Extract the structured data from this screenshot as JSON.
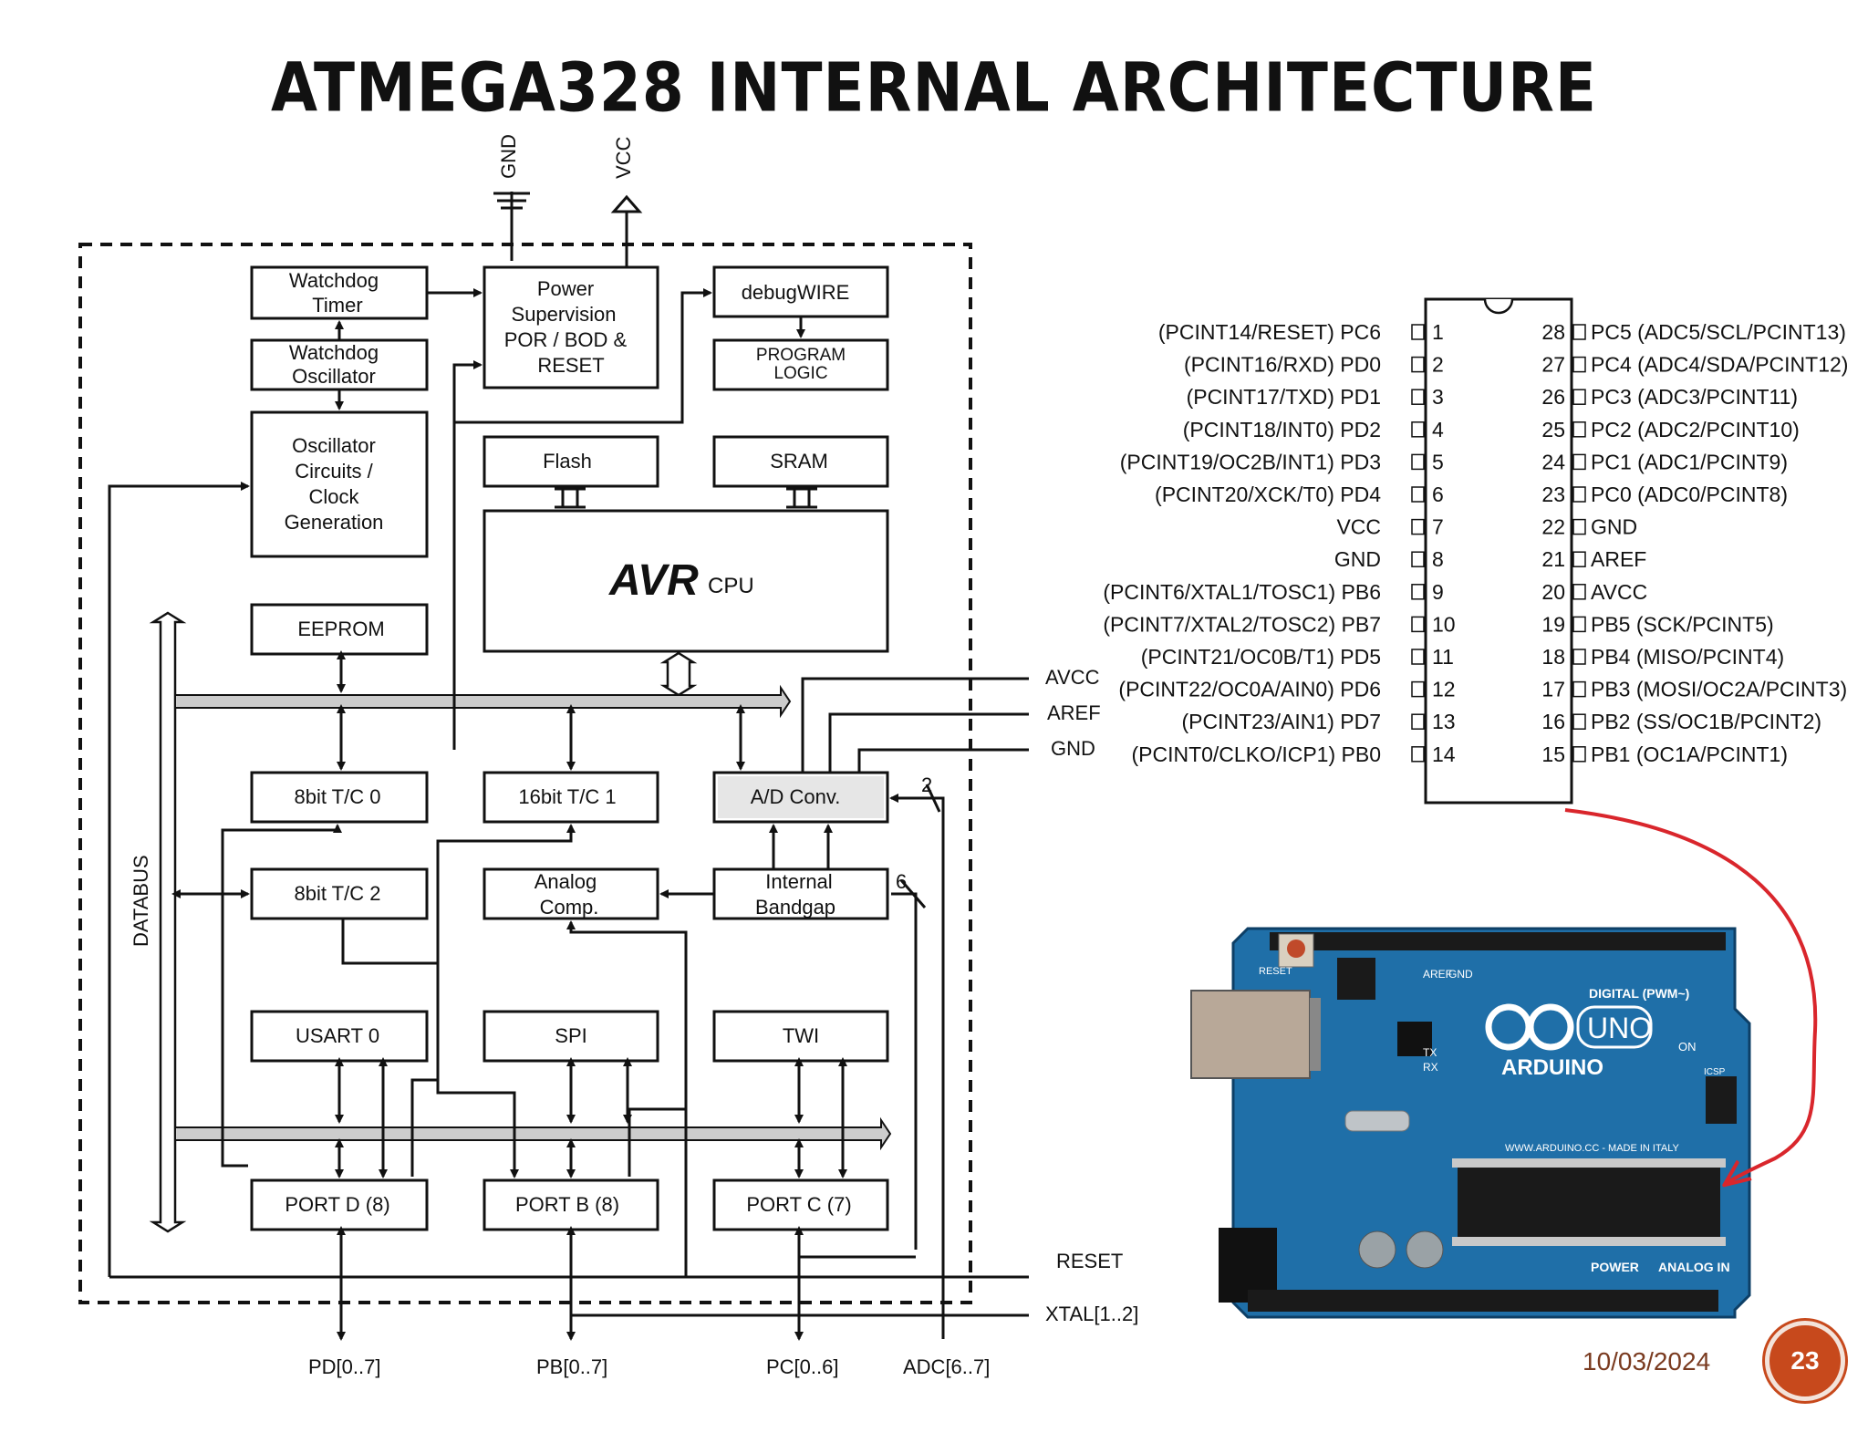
{
  "slide": {
    "title": "ATMEGA328 INTERNAL ARCHITECTURE",
    "date": "10/03/2024",
    "page_number": "23"
  },
  "block_diagram": {
    "power_pins": [
      "GND",
      "VCC"
    ],
    "blocks": {
      "watchdog_timer": [
        "Watchdog",
        "Timer"
      ],
      "watchdog_osc": [
        "Watchdog",
        "Oscillator"
      ],
      "oscillator": [
        "Oscillator",
        "Circuits /",
        "Clock",
        "Generation"
      ],
      "power_supervision": [
        "Power",
        "Supervision",
        "POR / BOD &",
        "RESET"
      ],
      "debugwire": "debugWIRE",
      "program_logic": [
        "PROGRAM",
        "LOGIC"
      ],
      "flash": "Flash",
      "sram": "SRAM",
      "cpu_logo": "AVR",
      "cpu_label": "CPU",
      "eeprom": "EEPROM",
      "tc0": "8bit T/C 0",
      "tc1": "16bit T/C 1",
      "adc": "A/D Conv.",
      "tc2": "8bit T/C 2",
      "analog_comp": [
        "Analog",
        "Comp."
      ],
      "bandgap": [
        "Internal",
        "Bandgap"
      ],
      "usart": "USART 0",
      "spi": "SPI",
      "twi": "TWI",
      "portd": "PORT D (8)",
      "portb": "PORT B (8)",
      "portc": "PORT C (7)"
    },
    "databus_label": "DATABUS",
    "right_signals": [
      "AVCC",
      "AREF",
      "GND"
    ],
    "bus_widths": {
      "adc_in": "2",
      "bandgap_in": "6"
    },
    "bottom_signals": [
      "RESET",
      "XTAL[1..2]"
    ],
    "port_pins": [
      "PD[0..7]",
      "PB[0..7]",
      "PC[0..6]",
      "ADC[6..7]"
    ]
  },
  "pinout": {
    "left": [
      {
        "n": "1",
        "label": "(PCINT14/RESET) PC6"
      },
      {
        "n": "2",
        "label": "(PCINT16/RXD) PD0"
      },
      {
        "n": "3",
        "label": "(PCINT17/TXD) PD1"
      },
      {
        "n": "4",
        "label": "(PCINT18/INT0) PD2"
      },
      {
        "n": "5",
        "label": "(PCINT19/OC2B/INT1) PD3"
      },
      {
        "n": "6",
        "label": "(PCINT20/XCK/T0) PD4"
      },
      {
        "n": "7",
        "label": "VCC"
      },
      {
        "n": "8",
        "label": "GND"
      },
      {
        "n": "9",
        "label": "(PCINT6/XTAL1/TOSC1) PB6"
      },
      {
        "n": "10",
        "label": "(PCINT7/XTAL2/TOSC2) PB7"
      },
      {
        "n": "11",
        "label": "(PCINT21/OC0B/T1) PD5"
      },
      {
        "n": "12",
        "label": "(PCINT22/OC0A/AIN0) PD6"
      },
      {
        "n": "13",
        "label": "(PCINT23/AIN1) PD7"
      },
      {
        "n": "14",
        "label": "(PCINT0/CLKO/ICP1) PB0"
      }
    ],
    "right": [
      {
        "n": "28",
        "label": "PC5 (ADC5/SCL/PCINT13)"
      },
      {
        "n": "27",
        "label": "PC4 (ADC4/SDA/PCINT12)"
      },
      {
        "n": "26",
        "label": "PC3 (ADC3/PCINT11)"
      },
      {
        "n": "25",
        "label": "PC2 (ADC2/PCINT10)"
      },
      {
        "n": "24",
        "label": "PC1 (ADC1/PCINT9)"
      },
      {
        "n": "23",
        "label": "PC0 (ADC0/PCINT8)"
      },
      {
        "n": "22",
        "label": "GND"
      },
      {
        "n": "21",
        "label": "AREF"
      },
      {
        "n": "20",
        "label": "AVCC"
      },
      {
        "n": "19",
        "label": "PB5 (SCK/PCINT5)"
      },
      {
        "n": "18",
        "label": "PB4 (MISO/PCINT4)"
      },
      {
        "n": "17",
        "label": "PB3 (MOSI/OC2A/PCINT3)"
      },
      {
        "n": "16",
        "label": "PB2 (SS/OC1B/PCINT2)"
      },
      {
        "n": "15",
        "label": "PB1 (OC1A/PCINT1)"
      }
    ]
  },
  "board": {
    "brand": "ARDUINO",
    "model": "UNO",
    "labels": [
      "DIGITAL (PWM~)",
      "POWER",
      "ANALOG IN",
      "RESET",
      "AREF",
      "GND",
      "ON",
      "ICSP",
      "TX",
      "RX"
    ],
    "website": "WWW.ARDUINO.CC - MADE IN ITALY",
    "colors": {
      "pcb": "#1f6fa8",
      "header": "#1a1a1a",
      "arrow": "#d9262c"
    }
  }
}
